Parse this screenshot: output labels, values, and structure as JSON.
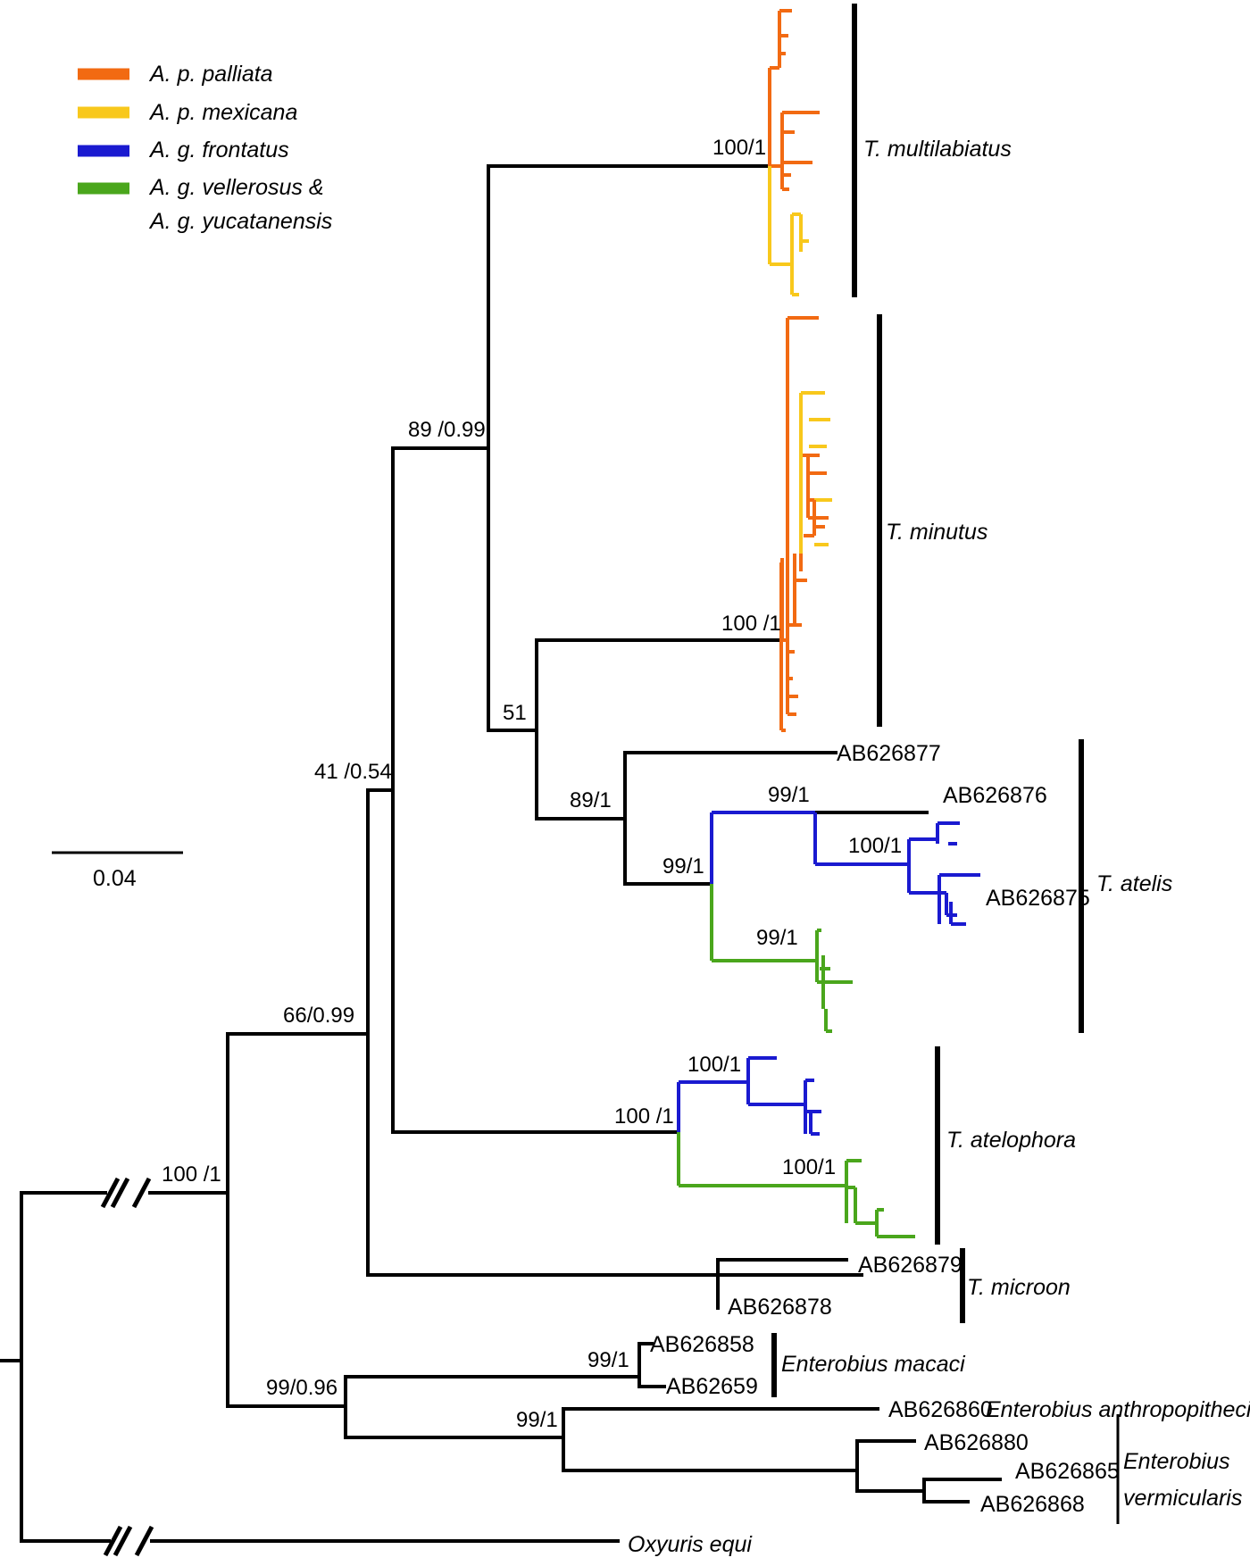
{
  "colors": {
    "palliata": "#f26a12",
    "mexicana": "#f8c81c",
    "frontatus": "#1a1ad0",
    "vellerosus": "#4aa61c",
    "branch": "#000000"
  },
  "legend": [
    {
      "label": "A. p. palliata",
      "color": "#f26a12"
    },
    {
      "label": "A. p. mexicana",
      "color": "#f8c81c"
    },
    {
      "label": "A. g. frontatus",
      "color": "#1a1ad0"
    },
    {
      "label": "A. g. vellerosus &",
      "color": "#4aa61c"
    },
    {
      "label": "A. g. yucatanensis",
      "color": null
    }
  ],
  "scale_bar": {
    "value": "0.04"
  },
  "support_values": {
    "root_ingroup": "100 /1",
    "node_66": "66/0.99",
    "node_41": "41 /0.54",
    "node_89": "89 /0.99",
    "multilabiatus": "100/1",
    "minutus": "100 /1",
    "node_51": "51",
    "atelis_89": "89/1",
    "atelis_99a": "99/1",
    "atelis_99b": "99/1",
    "atelis_100": "100/1",
    "atelis_99c": "99/1",
    "atelophora_100a": "100/1",
    "atelophora_100b": "100 /1",
    "atelophora_100c": "100/1",
    "enterobius_99_096": "99/0.96",
    "macaci_99": "99/1",
    "vermicularis_99": "99/1"
  },
  "accessions": {
    "ab626877": "AB626877",
    "ab626876": "AB626876",
    "ab626875": "AB626875",
    "ab626879": "AB626879",
    "ab626878": "AB626878",
    "ab626858": "AB626858",
    "ab62659": "AB62659",
    "ab626860": "AB626860",
    "ab626880": "AB626880",
    "ab626865": "AB626865",
    "ab626868": "AB626868"
  },
  "clades": {
    "multilabiatus": "T. multilabiatus",
    "minutus": "T. minutus",
    "atelis": "T. atelis",
    "atelophora": "T. atelophora",
    "microon": "T. microon",
    "macaci": "Enterobius macaci",
    "anthropopitheci": "Enterobius anthropopitheci",
    "vermicularis_1": "Enterobius",
    "vermicularis_2": "vermicularis",
    "outgroup": "Oxyuris equi"
  }
}
